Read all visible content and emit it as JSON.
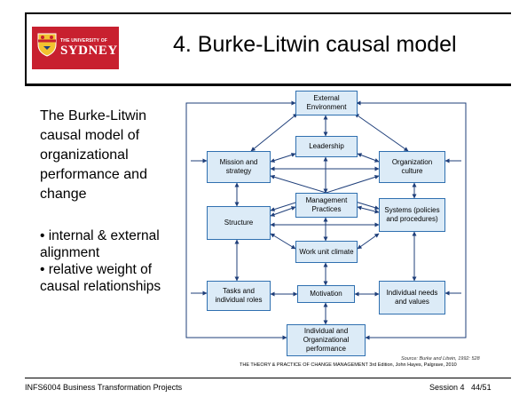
{
  "logo": {
    "top_text": "THE UNIVERSITY OF",
    "main_text": "SYDNEY",
    "color": "#c8202f"
  },
  "slide": {
    "title": "4. Burke-Litwin causal model",
    "main_text": "The Burke-Litwin causal model of organizational performance and change",
    "bullets": [
      "• internal & external alignment",
      "• relative weight of causal relationships"
    ]
  },
  "diagram": {
    "nodes": {
      "external": "External Environment",
      "leadership": "Leadership",
      "mission": "Mission and strategy",
      "culture": "Organization culture",
      "management": "Management Practices",
      "structure": "Structure",
      "systems": "Systems (policies and procedures)",
      "climate": "Work unit climate",
      "tasks": "Tasks and individual roles",
      "motivation": "Motivation",
      "needs": "Individual needs and values",
      "performance": "Individual and Organizational performance"
    },
    "box_fill": "#dcebf7",
    "box_border": "#3070b0",
    "arrow_color": "#1f3f7a"
  },
  "source": "Source: Burke and Litwin, 1992: 528",
  "citation": "THE THEORY & PRACTICE OF CHANGE MANAGEMENT 3rd Edition, John Hayes, Palgrave, 2010",
  "footer": {
    "course": "INFS6004 Business Transformation Projects",
    "session": "Session 4",
    "page": "44/51"
  }
}
